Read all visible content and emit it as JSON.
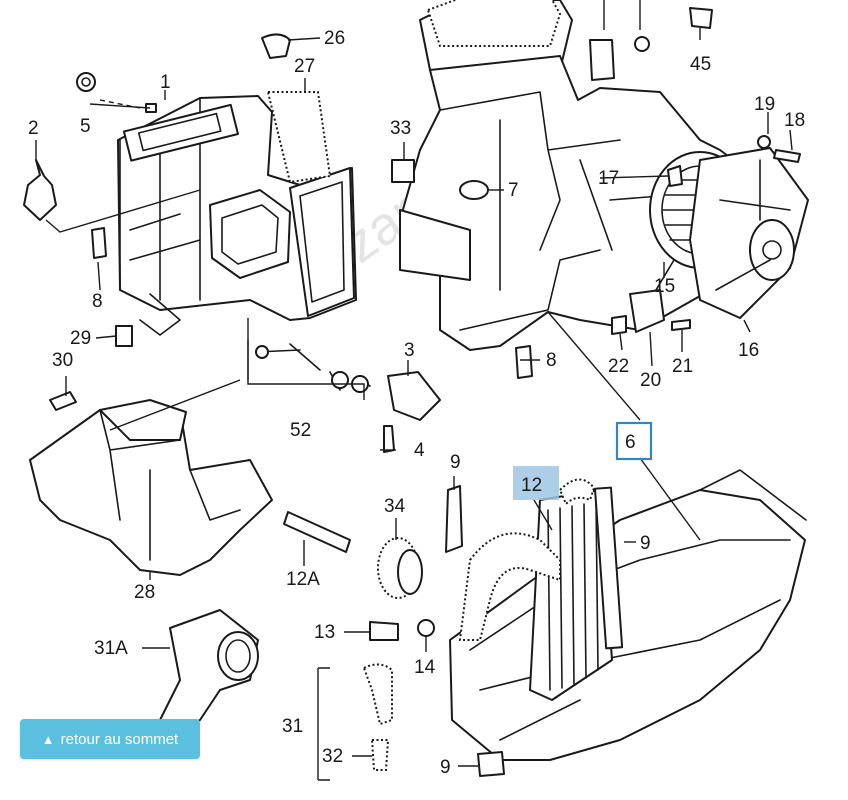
{
  "watermark": "7zap.com",
  "highlight_color": "#2f86c8",
  "callouts": {
    "c1": "1",
    "c2": "2",
    "c3": "3",
    "c4": "4",
    "c5": "5",
    "c6": "6",
    "c7": "7",
    "c8a": "8",
    "c8b": "8",
    "c9a": "9",
    "c9b": "9",
    "c9c": "9",
    "c12": "12",
    "c12a": "12A",
    "c13": "13",
    "c14": "14",
    "c15": "15",
    "c16": "16",
    "c17": "17",
    "c18": "18",
    "c19": "19",
    "c20": "20",
    "c21": "21",
    "c22": "22",
    "c26": "26",
    "c27": "27",
    "c28": "28",
    "c29": "29",
    "c30": "30",
    "c31": "31",
    "c31a": "31A",
    "c32": "32",
    "c33": "33",
    "c34": "34",
    "c45": "45",
    "c52": "52"
  },
  "back_to_top": {
    "label": "retour au sommet",
    "icon": "chevron-up-icon"
  }
}
